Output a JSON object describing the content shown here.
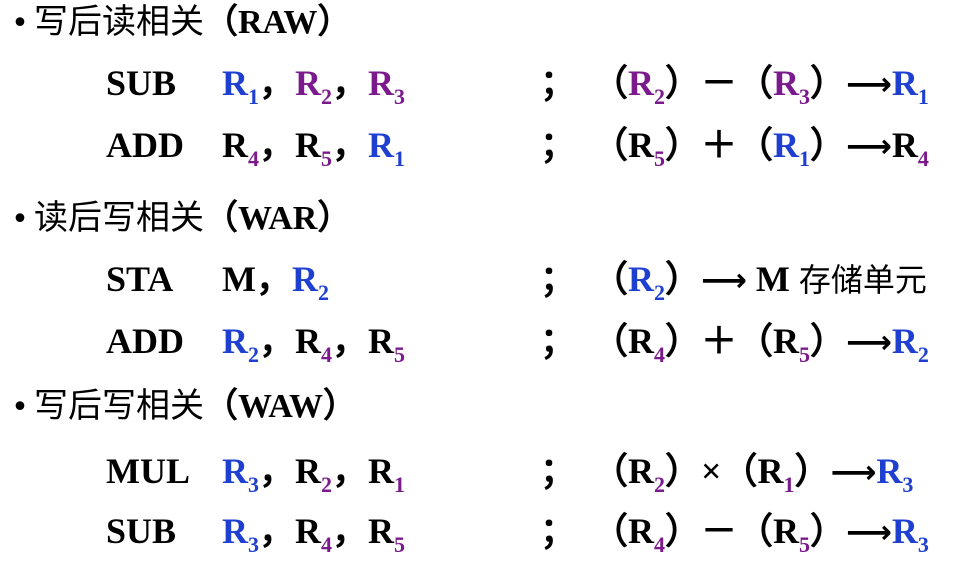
{
  "colors": {
    "dest": "#1f3fd0",
    "source": "#7a1a8c",
    "text": "#000000"
  },
  "groups": [
    {
      "heading": {
        "bullet": "•",
        "title": "写后读相关",
        "tag": "（RAW）"
      },
      "rows": [
        {
          "op": "SUB",
          "args": [
            {
              "base": "R",
              "sub": "1",
              "color": "#1f3fd0",
              "sep": "，"
            },
            {
              "base": "R",
              "sub": "2",
              "color": "#7a1a8c",
              "sep": "，"
            },
            {
              "base": "R",
              "sub": "3",
              "color": "#7a1a8c",
              "sep": ""
            }
          ],
          "semi": "；",
          "expr": [
            {
              "t": "（"
            },
            {
              "base": "R",
              "sub": "2",
              "color": "#7a1a8c"
            },
            {
              "t": "）－（"
            },
            {
              "base": "R",
              "sub": "3",
              "color": "#7a1a8c"
            },
            {
              "t": "）"
            },
            {
              "arrow": "⟶"
            },
            {
              "base": "R",
              "sub": "1",
              "color": "#1f3fd0",
              "full": true
            }
          ]
        },
        {
          "op": "ADD",
          "args": [
            {
              "base": "R",
              "sub": "4",
              "color": "#000000",
              "sep": "，",
              "subcolor": "#7a1a8c"
            },
            {
              "base": "R",
              "sub": "5",
              "color": "#000000",
              "sep": "，",
              "subcolor": "#7a1a8c"
            },
            {
              "base": "R",
              "sub": "1",
              "color": "#1f3fd0",
              "sep": ""
            }
          ],
          "semi": "；",
          "expr": [
            {
              "t": "（"
            },
            {
              "base": "R",
              "sub": "5",
              "color": "#000000",
              "subcolor": "#7a1a8c"
            },
            {
              "t": "）＋（"
            },
            {
              "base": "R",
              "sub": "1",
              "color": "#1f3fd0",
              "full": true
            },
            {
              "t": "）"
            },
            {
              "arrow": "⟶"
            },
            {
              "base": "R",
              "sub": "4",
              "color": "#000000",
              "subcolor": "#7a1a8c"
            }
          ]
        }
      ]
    },
    {
      "heading": {
        "bullet": "•",
        "title": "读后写相关",
        "tag": "（WAR）"
      },
      "rows": [
        {
          "op": "STA",
          "args": [
            {
              "base": "M",
              "sub": "",
              "color": "#000000",
              "sep": "，"
            },
            {
              "base": "R",
              "sub": "2",
              "color": "#1f3fd0",
              "sep": "",
              "full": true
            }
          ],
          "semi": "；",
          "expr": [
            {
              "t": "（"
            },
            {
              "base": "R",
              "sub": "2",
              "color": "#1f3fd0",
              "full": true
            },
            {
              "t": "）"
            },
            {
              "arrow": "⟶"
            },
            {
              "t": " M "
            },
            {
              "cn": "存储单元"
            }
          ]
        },
        {
          "op": "ADD",
          "args": [
            {
              "base": "R",
              "sub": "2",
              "color": "#1f3fd0",
              "sep": "，",
              "full": true
            },
            {
              "base": "R",
              "sub": "4",
              "color": "#000000",
              "sep": "，",
              "subcolor": "#7a1a8c"
            },
            {
              "base": "R",
              "sub": "5",
              "color": "#000000",
              "sep": "",
              "subcolor": "#7a1a8c"
            }
          ],
          "semi": "；",
          "expr": [
            {
              "t": "（"
            },
            {
              "base": "R",
              "sub": "4",
              "color": "#000000",
              "subcolor": "#7a1a8c"
            },
            {
              "t": "）＋（"
            },
            {
              "base": "R",
              "sub": "5",
              "color": "#000000",
              "subcolor": "#7a1a8c"
            },
            {
              "t": "）"
            },
            {
              "arrow": "⟶"
            },
            {
              "base": "R",
              "sub": "2",
              "color": "#1f3fd0",
              "full": true
            }
          ]
        }
      ]
    },
    {
      "heading": {
        "bullet": "•",
        "title": "写后写相关",
        "tag": "（WAW）"
      },
      "rows": [
        {
          "op": "MUL",
          "args": [
            {
              "base": "R",
              "sub": "3",
              "color": "#1f3fd0",
              "sep": "，",
              "full": true
            },
            {
              "base": "R",
              "sub": "2",
              "color": "#000000",
              "sep": "，",
              "subcolor": "#7a1a8c"
            },
            {
              "base": "R",
              "sub": "1",
              "color": "#000000",
              "sep": "",
              "subcolor": "#7a1a8c"
            }
          ],
          "semi": "；",
          "expr": [
            {
              "t": "（"
            },
            {
              "base": "R",
              "sub": "2",
              "color": "#000000",
              "subcolor": "#7a1a8c"
            },
            {
              "t": "）×（"
            },
            {
              "base": "R",
              "sub": "1",
              "color": "#000000",
              "subcolor": "#7a1a8c"
            },
            {
              "t": "）"
            },
            {
              "arrow": "⟶"
            },
            {
              "base": "R",
              "sub": "3",
              "color": "#1f3fd0",
              "full": true
            }
          ]
        },
        {
          "op": "SUB",
          "args": [
            {
              "base": "R",
              "sub": "3",
              "color": "#1f3fd0",
              "sep": "，",
              "full": true
            },
            {
              "base": "R",
              "sub": "4",
              "color": "#000000",
              "sep": "，",
              "subcolor": "#7a1a8c"
            },
            {
              "base": "R",
              "sub": "5",
              "color": "#000000",
              "sep": "",
              "subcolor": "#7a1a8c"
            }
          ],
          "semi": "；",
          "expr": [
            {
              "t": "（"
            },
            {
              "base": "R",
              "sub": "4",
              "color": "#000000",
              "subcolor": "#7a1a8c"
            },
            {
              "t": "）－（"
            },
            {
              "base": "R",
              "sub": "5",
              "color": "#000000",
              "subcolor": "#7a1a8c"
            },
            {
              "t": "）"
            },
            {
              "arrow": "⟶"
            },
            {
              "base": "R",
              "sub": "3",
              "color": "#1f3fd0",
              "full": true
            }
          ]
        }
      ]
    }
  ]
}
